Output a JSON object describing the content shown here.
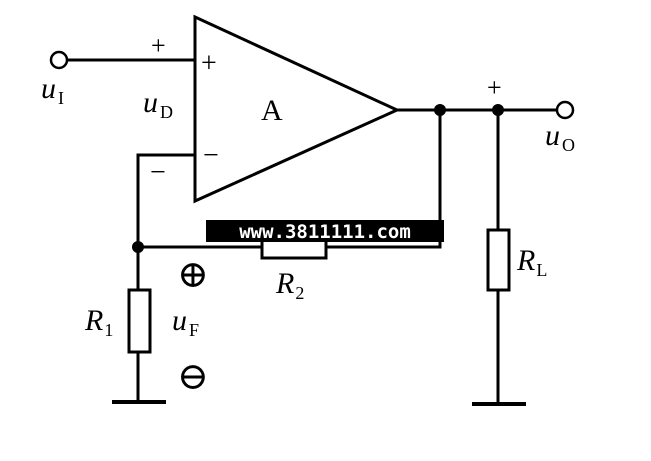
{
  "opamp": {
    "label": "A",
    "plus_sign": "+",
    "minus_sign": "−"
  },
  "input": {
    "symbol": "u",
    "subscript": "I",
    "polarity": "+"
  },
  "diff_voltage": {
    "symbol": "u",
    "subscript": "D",
    "neg_polarity": "−"
  },
  "output": {
    "symbol": "u",
    "subscript": "O",
    "polarity": "+"
  },
  "feedback_voltage": {
    "symbol": "u",
    "subscript": "F",
    "plus_mark": "⊕",
    "minus_mark": "⊖"
  },
  "resistors": {
    "r1": {
      "symbol": "R",
      "subscript": "1"
    },
    "r2": {
      "symbol": "R",
      "subscript": "2"
    },
    "rl": {
      "symbol": "R",
      "subscript": "L"
    }
  },
  "watermark": {
    "text": "www.3811111.com"
  },
  "colors": {
    "stroke": "#000000",
    "background": "#ffffff",
    "watermark_bg": "#000000",
    "watermark_fg": "#ffffff"
  }
}
